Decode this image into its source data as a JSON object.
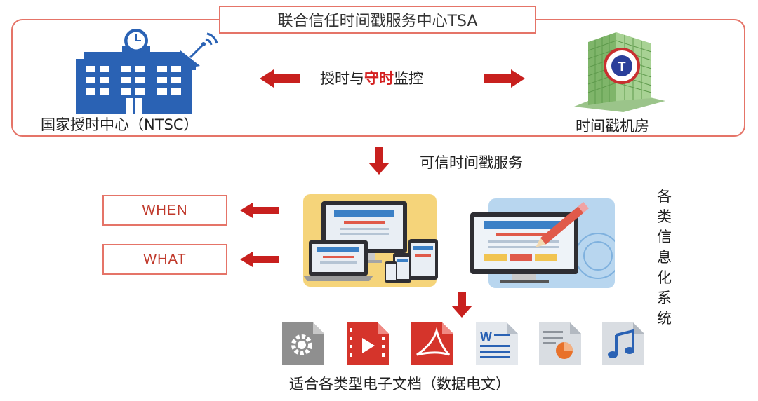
{
  "title": "联合信任时间戳服务中心TSA",
  "ntsc_label": "国家授时中心（NTSC）",
  "room_label": "时间戳机房",
  "monitor_label": {
    "part1": "授时与",
    "highlight": "守时",
    "part2": "监控"
  },
  "service_label": "可信时间戳服务",
  "when_label": "WHEN",
  "what_label": "WHAT",
  "vertical_label": [
    "各",
    "类",
    "信",
    "息",
    "化",
    "系",
    "统"
  ],
  "bottom_label": "适合各类型电子文档（数据电文）",
  "colors": {
    "accent": "#e57468",
    "arrow": "#c8201e",
    "highlight": "#d42020"
  },
  "icons": [
    "clock-tower-building-icon",
    "satellite-dish-icon",
    "server-building-icon",
    "devices-icon",
    "monitor-pencil-icon",
    "settings-file-icon",
    "video-file-icon",
    "pdf-file-icon",
    "word-file-icon",
    "presentation-file-icon",
    "audio-file-icon"
  ]
}
